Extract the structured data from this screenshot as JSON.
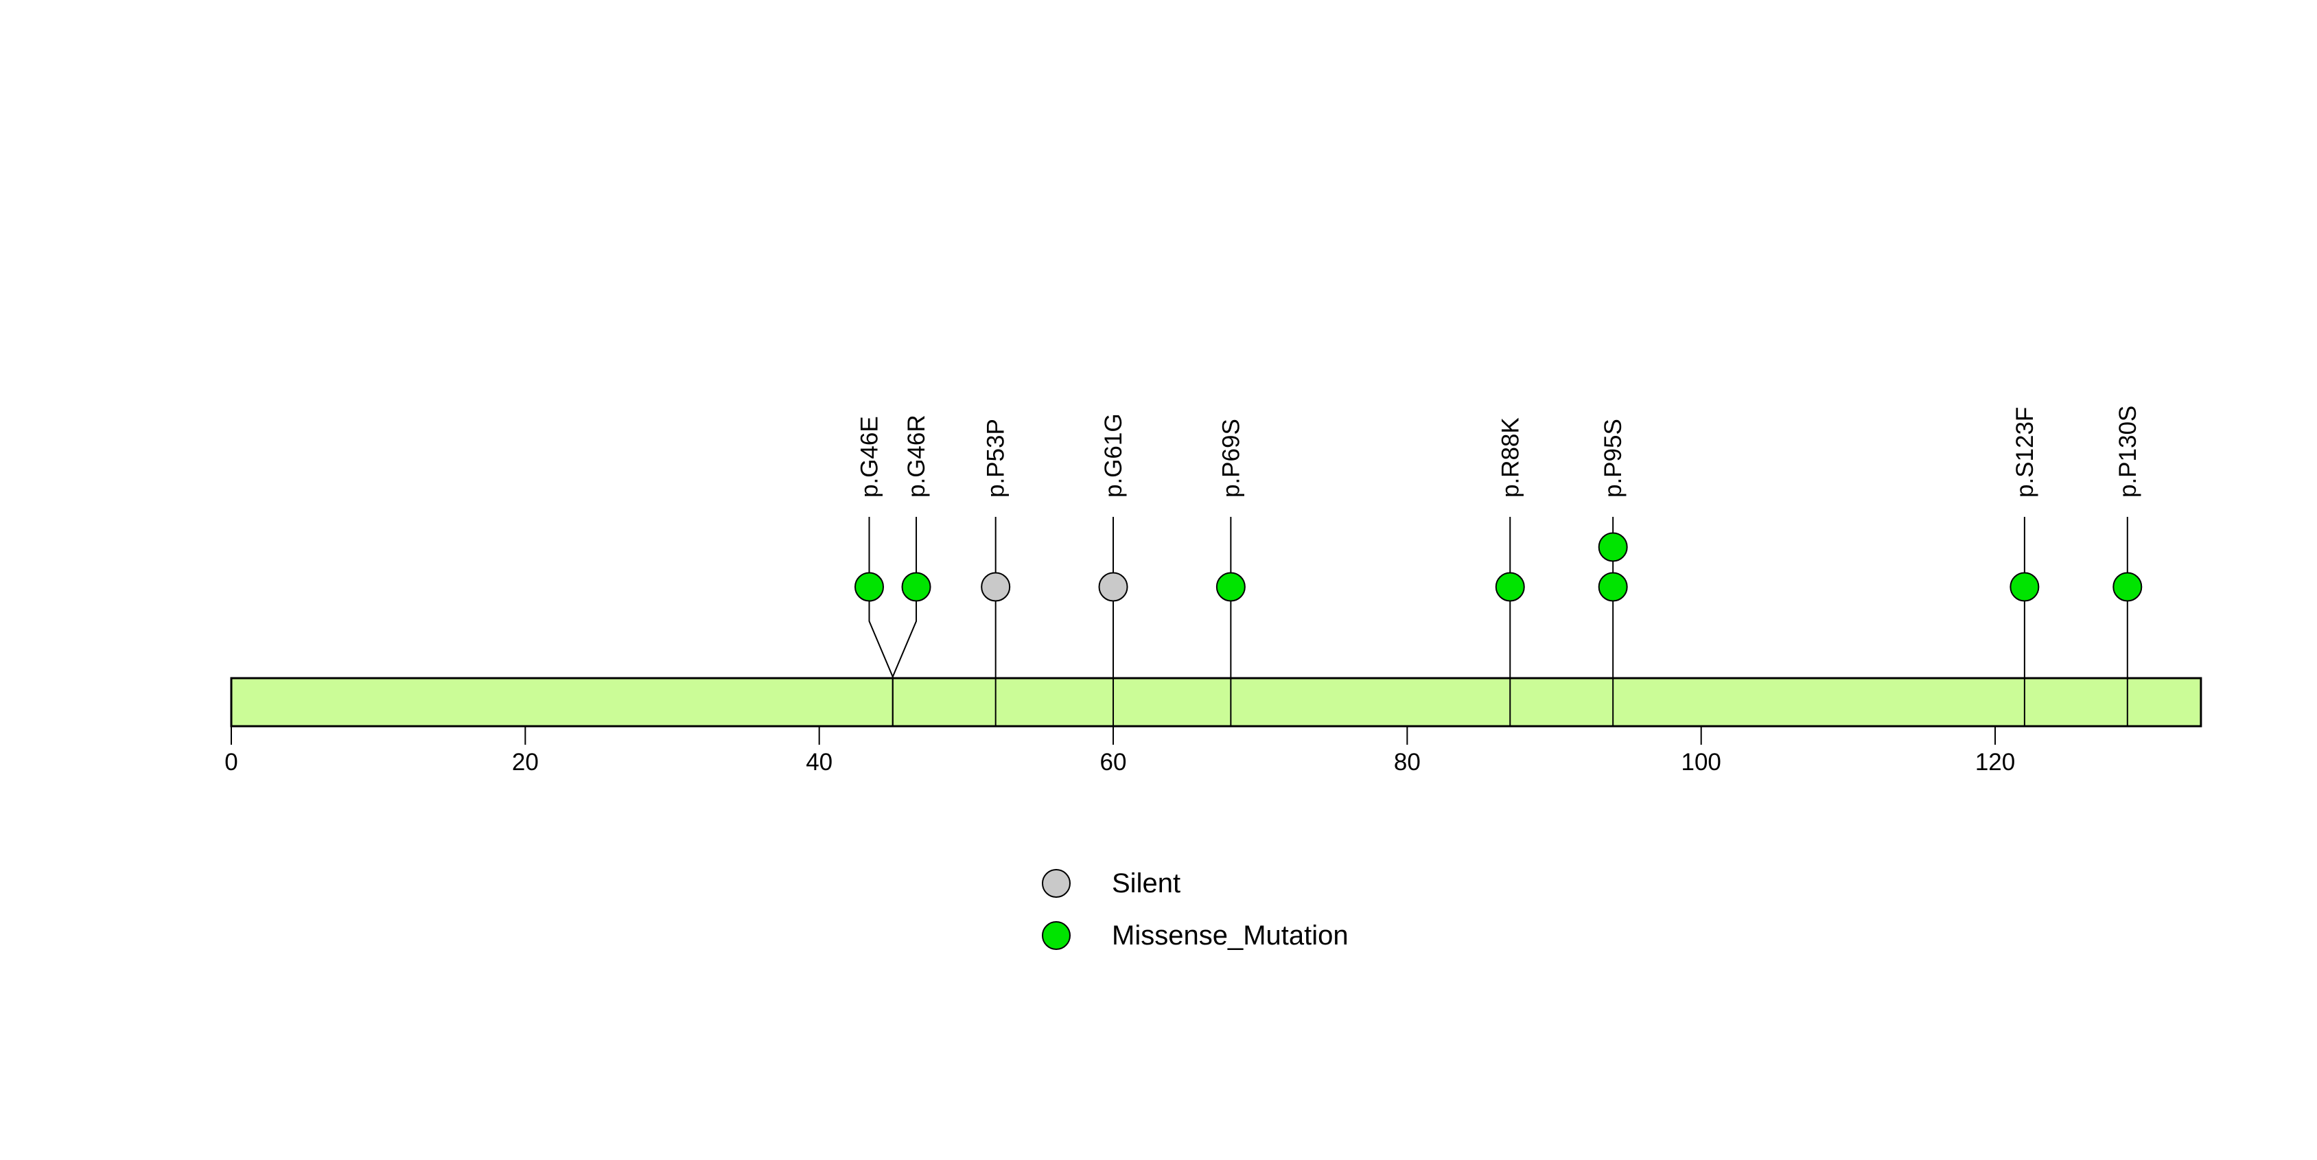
{
  "chart_data": {
    "type": "lollipop",
    "title": "",
    "xlabel": "",
    "ylabel": "",
    "axis": {
      "min": 0,
      "max": 134,
      "ticks": [
        0,
        20,
        40,
        60,
        80,
        100,
        120
      ],
      "grid": false
    },
    "protein_bar": {
      "start": 0,
      "end": 134,
      "color": "#CBFC97",
      "border_color": "#000000"
    },
    "mutations": [
      {
        "label": "p.G46E",
        "residue": 46,
        "type": "Missense_Mutation",
        "count": 1,
        "label_offset_v": 43.4
      },
      {
        "label": "p.G46R",
        "residue": 46,
        "type": "Missense_Mutation",
        "count": 1,
        "label_offset_v": 46.6
      },
      {
        "label": "p.P53P",
        "residue": 53,
        "type": "Silent",
        "count": 1
      },
      {
        "label": "p.G61G",
        "residue": 61,
        "type": "Silent",
        "count": 1
      },
      {
        "label": "p.P69S",
        "residue": 69,
        "type": "Missense_Mutation",
        "count": 1
      },
      {
        "label": "p.R88K",
        "residue": 88,
        "type": "Missense_Mutation",
        "count": 1
      },
      {
        "label": "p.P95S",
        "residue": 95,
        "type": "Missense_Mutation",
        "count": 2
      },
      {
        "label": "p.S123F",
        "residue": 123,
        "type": "Missense_Mutation",
        "count": 1
      },
      {
        "label": "p.P130S",
        "residue": 130,
        "type": "Missense_Mutation",
        "count": 1
      }
    ],
    "legend": {
      "position": "bottom-center",
      "items": [
        {
          "label": "Silent",
          "color": "#C9C9C9"
        },
        {
          "label": "Missense_Mutation",
          "color": "#00E400"
        }
      ]
    },
    "colors": {
      "Silent": "#C9C9C9",
      "Missense_Mutation": "#00E400",
      "stem": "#000000",
      "text": "#000000",
      "background": "#FFFFFF"
    }
  }
}
